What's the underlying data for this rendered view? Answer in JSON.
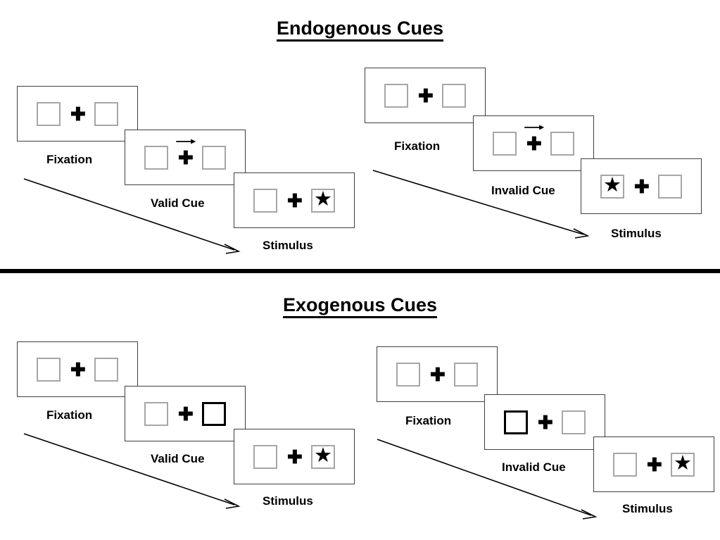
{
  "page": {
    "background": "#ffffff",
    "box_border_color": "#a6a6a6",
    "cued_box_border_color": "#000000",
    "frame_border_color": "#3f3f3f",
    "divider_color": "#000000"
  },
  "sections": [
    {
      "id": "endogenous",
      "title": "Endogenous Cues",
      "columns": [
        {
          "id": "endogenous-valid",
          "stages": [
            {
              "label": "Fixation",
              "left_box": "empty",
              "right_box": "empty",
              "cue": "none",
              "cue_arrow_direction": "",
              "plus": "✚"
            },
            {
              "label": "Valid Cue",
              "left_box": "empty",
              "right_box": "empty",
              "cue": "arrow",
              "cue_arrow_direction": "right",
              "plus": "✚"
            },
            {
              "label": "Stimulus",
              "left_box": "empty",
              "right_box": "star",
              "cue": "none",
              "cue_arrow_direction": "",
              "plus": "✚"
            }
          ]
        },
        {
          "id": "endogenous-invalid",
          "stages": [
            {
              "label": "Fixation",
              "left_box": "empty",
              "right_box": "empty",
              "cue": "none",
              "cue_arrow_direction": "",
              "plus": "✚"
            },
            {
              "label": "Invalid Cue",
              "left_box": "empty",
              "right_box": "empty",
              "cue": "arrow",
              "cue_arrow_direction": "right",
              "plus": "✚"
            },
            {
              "label": "Stimulus",
              "left_box": "star",
              "right_box": "empty",
              "cue": "none",
              "cue_arrow_direction": "",
              "plus": "✚"
            }
          ]
        }
      ]
    },
    {
      "id": "exogenous",
      "title": "Exogenous Cues",
      "columns": [
        {
          "id": "exogenous-valid",
          "stages": [
            {
              "label": "Fixation",
              "left_box": "empty",
              "right_box": "empty",
              "cue": "none",
              "cue_arrow_direction": "",
              "plus": "✚"
            },
            {
              "label": "Valid Cue",
              "left_box": "empty",
              "right_box": "highlight",
              "cue": "box-highlight",
              "cue_arrow_direction": "",
              "plus": "✚"
            },
            {
              "label": "Stimulus",
              "left_box": "empty",
              "right_box": "star",
              "cue": "none",
              "cue_arrow_direction": "",
              "plus": "✚"
            }
          ]
        },
        {
          "id": "exogenous-invalid",
          "stages": [
            {
              "label": "Fixation",
              "left_box": "empty",
              "right_box": "empty",
              "cue": "none",
              "cue_arrow_direction": "",
              "plus": "✚"
            },
            {
              "label": "Invalid Cue",
              "left_box": "highlight",
              "right_box": "empty",
              "cue": "box-highlight",
              "cue_arrow_direction": "",
              "plus": "✚"
            },
            {
              "label": "Stimulus",
              "left_box": "empty",
              "right_box": "star",
              "cue": "none",
              "cue_arrow_direction": "",
              "plus": "✚"
            }
          ]
        }
      ]
    }
  ],
  "glyphs": {
    "star": "★",
    "plus": "✚"
  }
}
